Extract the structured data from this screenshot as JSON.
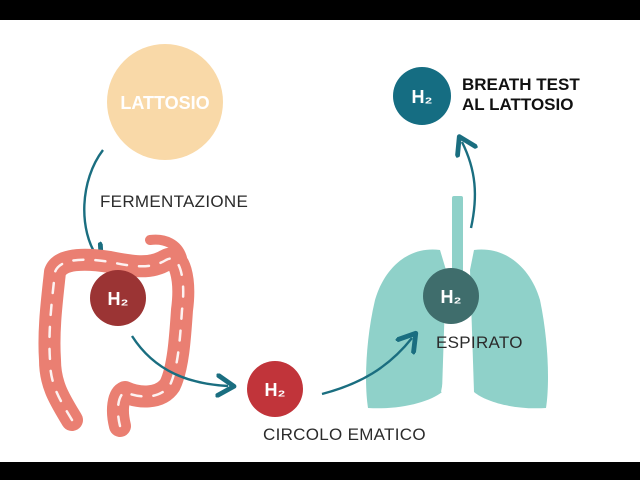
{
  "lactose": {
    "label": "LATTOSIO",
    "color": "#f9d9a8"
  },
  "steps": {
    "fermentation": "FERMENTAZIONE",
    "blood": "CIRCOLO EMATICO",
    "exhaled": "ESPIRATO"
  },
  "molecule_label": "H₂",
  "result": {
    "line1": "BREATH TEST",
    "line2": "AL LATTOSIO"
  },
  "colors": {
    "arrow": "#1a6e80",
    "intestine": "#ea7f72",
    "lungs": "#8fd1c9",
    "h2_intestine": "#9b3434",
    "h2_blood": "#c1343a",
    "h2_lungs": "#3f6d6c",
    "h2_result": "#156d82"
  },
  "icons": [
    "lactose-circle",
    "intestine-icon",
    "lungs-icon",
    "h2-molecule-icon",
    "arrow-icon"
  ]
}
